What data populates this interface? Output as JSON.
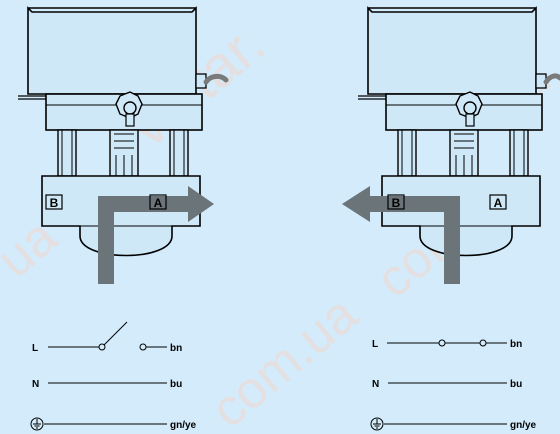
{
  "watermarks": [
    "voltar.",
    "ua",
    "com.ua",
    "com.ua",
    "ua"
  ],
  "valve_left": {
    "port_b": "B",
    "port_a": "A"
  },
  "valve_right": {
    "port_b": "B",
    "port_a": "A"
  },
  "wiring_left": {
    "l": "L",
    "n": "N",
    "bn": "bn",
    "bu": "bu",
    "gnye": "gn/ye",
    "switch": "open"
  },
  "wiring_right": {
    "l": "L",
    "n": "N",
    "bn": "bn",
    "bu": "bu",
    "gnye": "gn/ye",
    "switch": "closed"
  },
  "colors": {
    "background": "#d3ebfa",
    "flow_arrow": "#6b7478",
    "cable": "#7a7a7a",
    "line": "#000000"
  }
}
